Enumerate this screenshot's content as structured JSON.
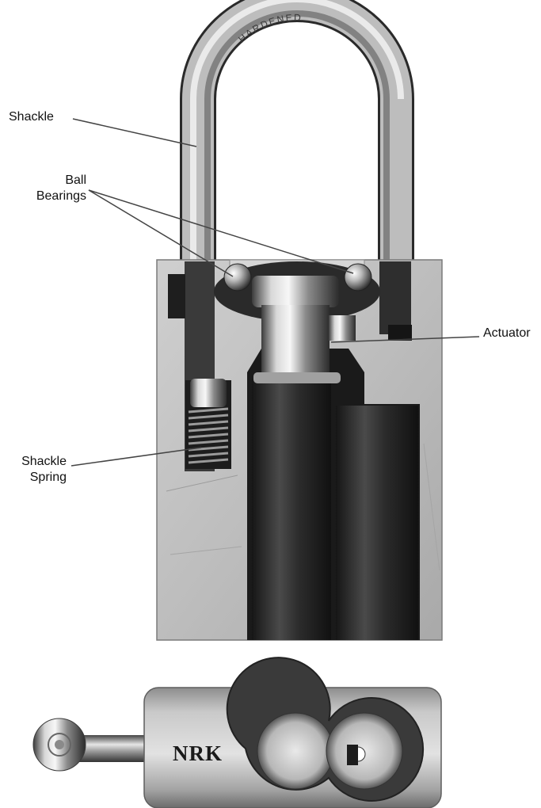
{
  "labels": {
    "shackle": "Shackle",
    "ball_bearings_line1": "Ball",
    "ball_bearings_line2": "Bearings",
    "actuator": "Actuator",
    "shackle_spring_line1": "Shackle",
    "shackle_spring_line2": "Spring"
  },
  "engravings": {
    "shackle_stamp": "HARDENED",
    "body_marking": "NRK"
  }
}
